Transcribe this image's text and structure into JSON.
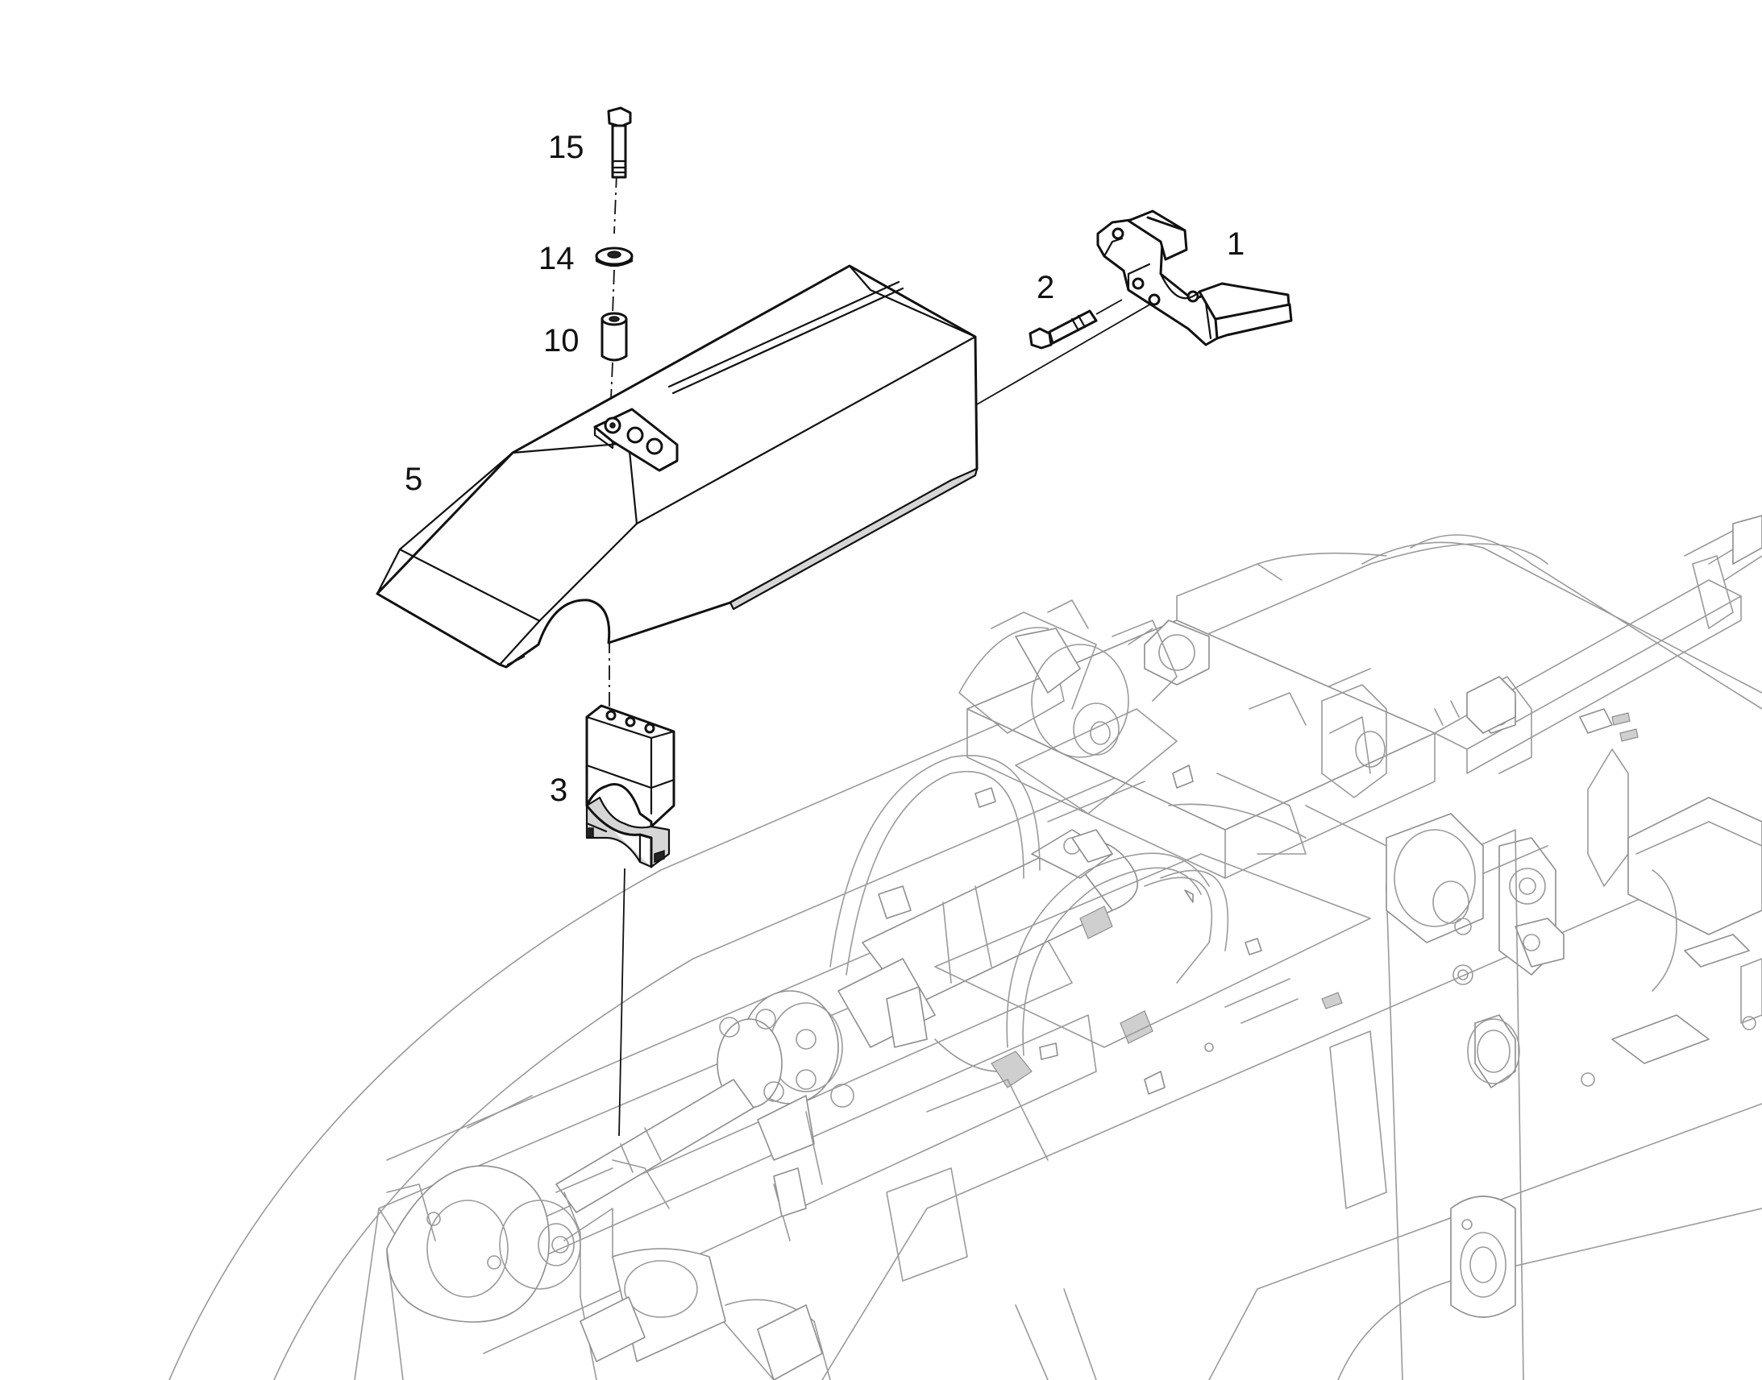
{
  "callouts": [
    {
      "id": "15",
      "text": "15"
    },
    {
      "id": "14",
      "text": "14"
    },
    {
      "id": "10",
      "text": "10"
    },
    {
      "id": "5",
      "text": "5"
    },
    {
      "id": "2",
      "text": "2"
    },
    {
      "id": "1",
      "text": "1"
    },
    {
      "id": "3",
      "text": "3"
    }
  ]
}
